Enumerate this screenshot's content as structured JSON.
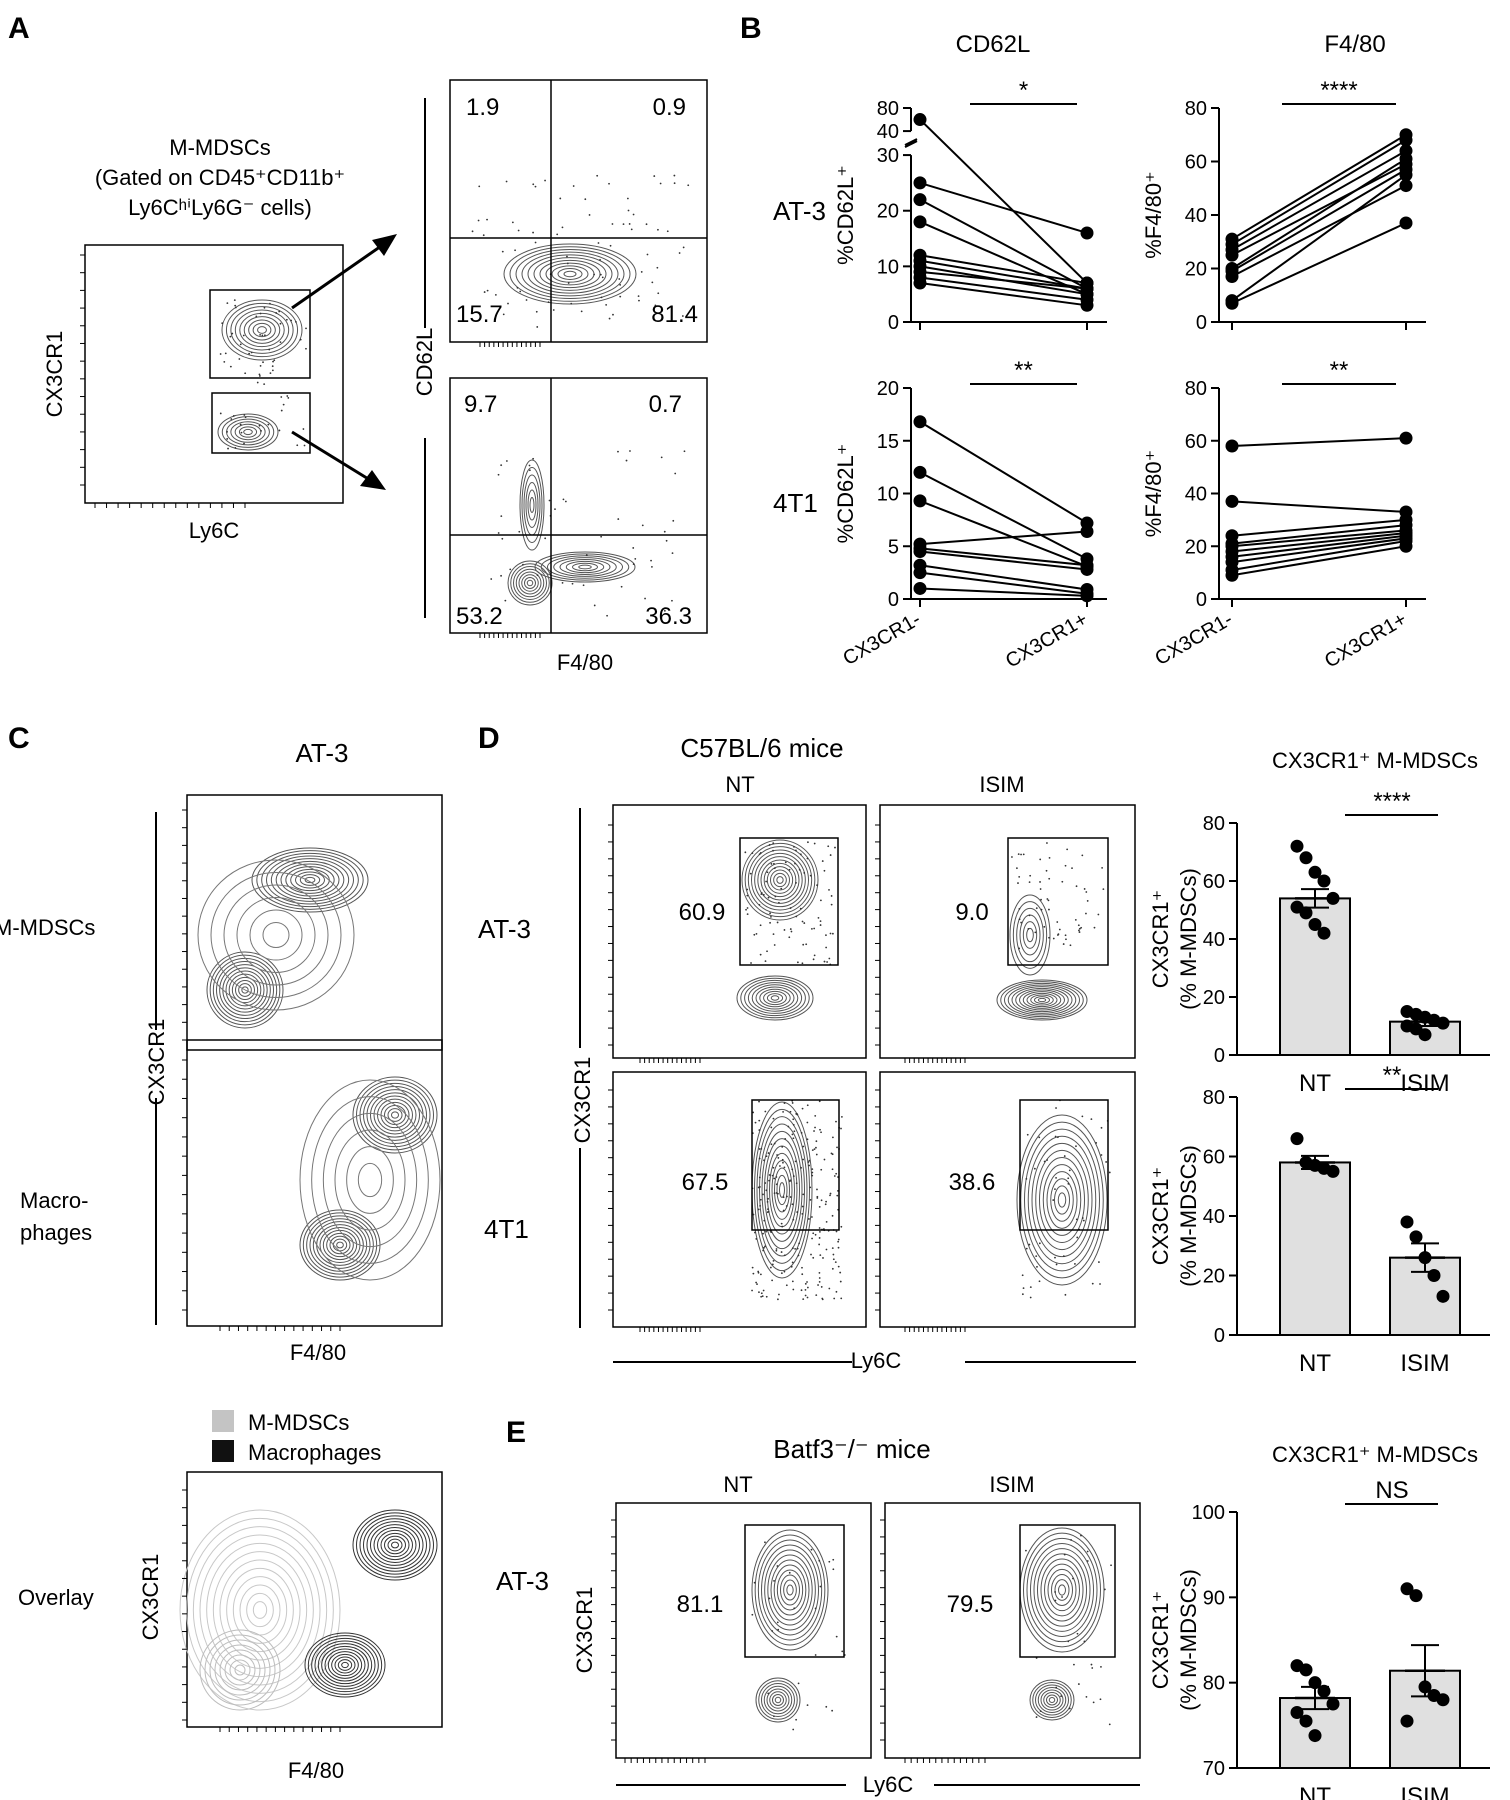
{
  "panels": {
    "A": {
      "letter": "A",
      "gate_title": [
        "M-MDSCs",
        "(Gated on CD45⁺CD11b⁺",
        "Ly6CʰⁱLy6G⁻ cells)"
      ],
      "source_xlabel": "Ly6C",
      "source_ylabel": "CX3CR1",
      "quadrant_ylabel": "CD62L",
      "quadrant_xlabel": "F4/80",
      "quadrants": [
        {
          "ul": "1.9",
          "ur": "0.9",
          "ll": "15.7",
          "lr": "81.4"
        },
        {
          "ul": "9.7",
          "ur": "0.7",
          "ll": "53.2",
          "lr": "36.3"
        }
      ]
    },
    "C": {
      "letter": "C",
      "title": "AT-3",
      "row_labels": [
        "M-MDSCs",
        "Macro-",
        "phages",
        "Overlay"
      ],
      "ylabel": "CX3CR1",
      "xlabel": "F4/80",
      "legend": [
        "M-MDSCs",
        "Macrophages"
      ],
      "legend_colors": [
        "#c4c4c4",
        "#111111"
      ]
    },
    "D": {
      "letter": "D",
      "title": "C57BL/6 mice",
      "col_labels": [
        "NT",
        "ISIM"
      ],
      "row_labels": [
        "AT-3",
        "4T1"
      ],
      "ylabel": "CX3CR1",
      "xlabel": "Ly6C",
      "gate_values": [
        [
          "60.9",
          "9.0"
        ],
        [
          "67.5",
          "38.6"
        ]
      ]
    },
    "E": {
      "letter": "E",
      "title": "Batf3⁻/⁻ mice",
      "col_labels": [
        "NT",
        "ISIM"
      ],
      "row_label": "AT-3",
      "ylabel": "CX3CR1",
      "xlabel": "Ly6C",
      "gate_values": [
        "81.1",
        "79.5"
      ]
    }
  },
  "chart_data": [
    {
      "panel": "B",
      "letter": "B",
      "type": "paired-line",
      "column_title": "CD62L",
      "row_label": "AT-3",
      "ylabel": "%CD62L⁺",
      "categories": [
        "CX3CR1-",
        "CX3CR1+"
      ],
      "axis_break": [
        30,
        40
      ],
      "yticks": [
        0,
        10,
        20,
        30,
        40,
        80
      ],
      "significance": "*",
      "pairs": [
        [
          60,
          7
        ],
        [
          25,
          16
        ],
        [
          22,
          6
        ],
        [
          18,
          5
        ],
        [
          12,
          7
        ],
        [
          10,
          5
        ],
        [
          9,
          6
        ],
        [
          8,
          4
        ],
        [
          7,
          3
        ],
        [
          11,
          6
        ]
      ]
    },
    {
      "panel": "B",
      "type": "paired-line",
      "column_title": "F4/80",
      "row_label": "AT-3",
      "ylabel": "%F4/80⁺",
      "categories": [
        "CX3CR1-",
        "CX3CR1+"
      ],
      "ylim": [
        0,
        80
      ],
      "yticks": [
        0,
        20,
        40,
        60,
        80
      ],
      "significance": "****",
      "pairs": [
        [
          31,
          70
        ],
        [
          29,
          68
        ],
        [
          27,
          64
        ],
        [
          25,
          59
        ],
        [
          20,
          61
        ],
        [
          19,
          57
        ],
        [
          17,
          51
        ],
        [
          8,
          55
        ],
        [
          7,
          37
        ]
      ]
    },
    {
      "panel": "B",
      "type": "paired-line",
      "row_label": "4T1",
      "ylabel": "%CD62L⁺",
      "categories": [
        "CX3CR1-",
        "CX3CR1+"
      ],
      "ylim": [
        0,
        20
      ],
      "yticks": [
        0,
        5,
        10,
        15,
        20
      ],
      "significance": "**",
      "pairs": [
        [
          16.8,
          7.2
        ],
        [
          12,
          3.8
        ],
        [
          9.3,
          3.1
        ],
        [
          5.2,
          6.4
        ],
        [
          4.8,
          3.2
        ],
        [
          4.5,
          2.8
        ],
        [
          3.2,
          0.9
        ],
        [
          2.5,
          0.5
        ],
        [
          1,
          0.3
        ]
      ]
    },
    {
      "panel": "B",
      "type": "paired-line",
      "row_label": "4T1",
      "ylabel": "%F4/80⁺",
      "categories": [
        "CX3CR1-",
        "CX3CR1+"
      ],
      "ylim": [
        0,
        80
      ],
      "yticks": [
        0,
        20,
        40,
        60,
        80
      ],
      "significance": "**",
      "pairs": [
        [
          58,
          61
        ],
        [
          37,
          33
        ],
        [
          24,
          30
        ],
        [
          21,
          28
        ],
        [
          20,
          26
        ],
        [
          18,
          25
        ],
        [
          16,
          24
        ],
        [
          14,
          23
        ],
        [
          11,
          22
        ],
        [
          9,
          20
        ]
      ]
    },
    {
      "panel": "D",
      "type": "bar",
      "title": "CX3CR1⁺ M-MDSCs",
      "ylabel": [
        "CX3CR1⁺",
        "(% M-MDSCs)"
      ],
      "categories": [
        "NT",
        "ISIM"
      ],
      "values": [
        54,
        11.5
      ],
      "sem": [
        3.2,
        1.5
      ],
      "ylim": [
        0,
        80
      ],
      "yticks": [
        0,
        20,
        40,
        60,
        80
      ],
      "significance": "****",
      "points": [
        [
          72,
          68,
          63,
          60,
          54,
          51,
          49,
          45,
          42
        ],
        [
          15,
          14,
          13,
          12,
          11,
          10,
          9,
          7
        ]
      ]
    },
    {
      "panel": "D",
      "type": "bar",
      "ylabel": [
        "CX3CR1⁺",
        "(% M-MDSCs)"
      ],
      "categories": [
        "NT",
        "ISIM"
      ],
      "values": [
        58,
        26
      ],
      "sem": [
        2.2,
        4.8
      ],
      "ylim": [
        0,
        80
      ],
      "yticks": [
        0,
        20,
        40,
        60,
        80
      ],
      "significance": "**",
      "points": [
        [
          66,
          58,
          57,
          56,
          55
        ],
        [
          38,
          33,
          26,
          20,
          13
        ]
      ]
    },
    {
      "panel": "E",
      "type": "bar",
      "title": "CX3CR1⁺ M-MDSCs",
      "ylabel": [
        "CX3CR1⁺",
        "(% M-MDSCs)"
      ],
      "categories": [
        "NT",
        "ISIM"
      ],
      "values": [
        78.2,
        81.4
      ],
      "sem": [
        1.3,
        3.0
      ],
      "ylim": [
        70,
        100
      ],
      "yticks": [
        70,
        80,
        90,
        100
      ],
      "significance": "NS",
      "points": [
        [
          82,
          81.5,
          80,
          79,
          77.5,
          76.5,
          75.5,
          73.8
        ],
        [
          91,
          90.2,
          79.5,
          78.5,
          78,
          75.5
        ]
      ]
    }
  ]
}
